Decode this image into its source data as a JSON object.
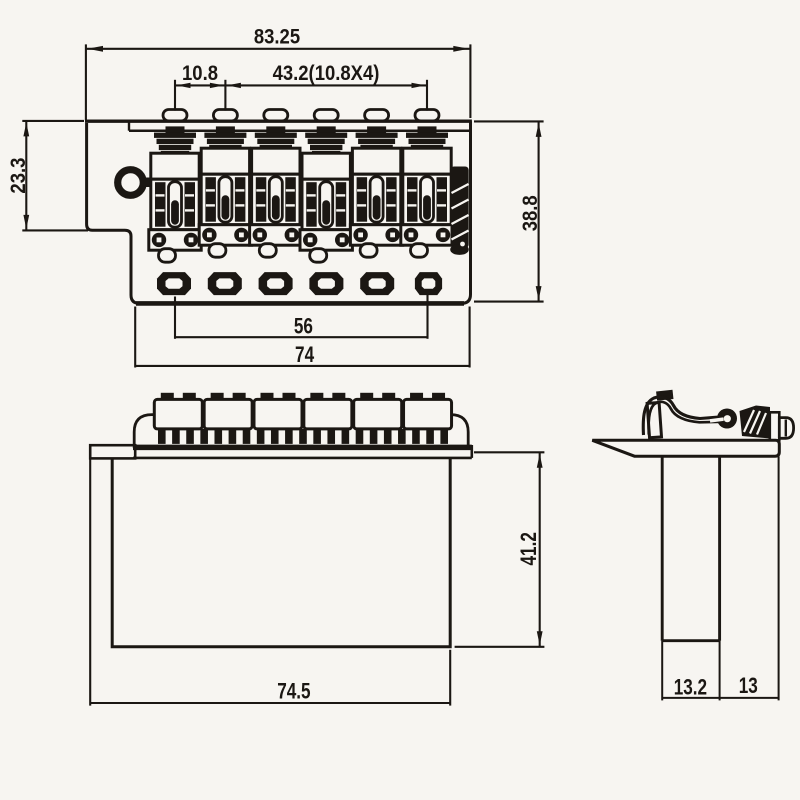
{
  "palette": {
    "paper": "#f7f5f1",
    "ink": "#1b1713"
  },
  "views": {
    "top": {
      "name": "top-view"
    },
    "front": {
      "name": "front-view"
    },
    "side": {
      "name": "side-view"
    }
  },
  "parts": {
    "saddle_count": 6,
    "mounting_screw_count": 6,
    "string_hole_count": 6,
    "comb_bar_count": 21
  },
  "dims": {
    "total_width": "83.25",
    "screw_pitch": "10.8",
    "screw_span": "43.2(10.8X4)",
    "left_height": "23.3",
    "plate_depth": "38.8",
    "string_spread": "56",
    "plate_bottom_width": "74",
    "block_height": "41.2",
    "block_width": "74.5",
    "block_depth": "13.2",
    "overhang": "13"
  }
}
